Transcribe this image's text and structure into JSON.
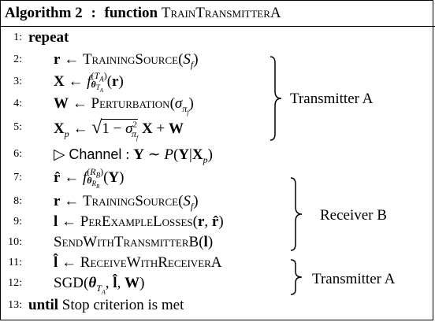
{
  "algorithm": {
    "label": "Algorithm 2",
    "separator": ":",
    "function_kw": "function",
    "function_name": "TrainTransmitterA"
  },
  "lines": [
    {
      "num": "1:",
      "text": "repeat"
    },
    {
      "num": "2:",
      "text": "r ← TrainingSource(S_f)"
    },
    {
      "num": "3:",
      "text": "X ← f_{θ_{T_A}}^{(T_A)}(r)"
    },
    {
      "num": "4:",
      "text": "W ← Perturbation(σ_{π_f})"
    },
    {
      "num": "5:",
      "text": "X_p ← sqrt(1 − σ_{π_f}^2) X + W"
    },
    {
      "num": "6:",
      "text": "▷ Channel : Y ∼ P(Y|X_p)"
    },
    {
      "num": "7:",
      "text": "r̂ ← f_{θ_{R_B}}^{(R_B)}(Y)"
    },
    {
      "num": "8:",
      "text": "r ← TrainingSource(S_f)"
    },
    {
      "num": "9:",
      "text": "l ← PerExampleLosses(r, r̂)"
    },
    {
      "num": "10:",
      "text": "SendWithTransmitterB(l)"
    },
    {
      "num": "11:",
      "text": "l̂ ← ReceiveWithReceiverA"
    },
    {
      "num": "12:",
      "text": "SGD(θ_{T_A}, l̂, W)"
    },
    {
      "num": "13:",
      "text": "until Stop criterion is met"
    }
  ],
  "tokens": {
    "repeat": "repeat",
    "until": "until",
    "stop": "Stop criterion is met",
    "training_source": "TrainingSource",
    "perturbation": "Perturbation",
    "per_example_losses": "PerExampleLosses",
    "send_with_transmitter_b": "SendWithTransmitterB",
    "receive_with_receiver_a": "ReceiveWithReceiverA",
    "sgd": "SGD",
    "channel": "Channel"
  },
  "braces": [
    {
      "label": "Transmitter A"
    },
    {
      "label": "Receiver B"
    },
    {
      "label": "Transmitter A"
    }
  ]
}
